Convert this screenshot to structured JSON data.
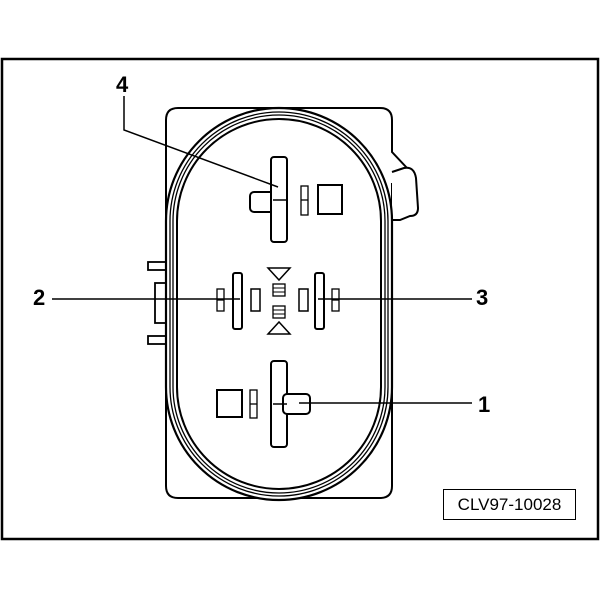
{
  "callouts": {
    "c1": "1",
    "c2": "2",
    "c3": "3",
    "c4": "4"
  },
  "reference_code": "CLV97-10028",
  "colors": {
    "stroke": "#000000",
    "background": "#ffffff"
  }
}
